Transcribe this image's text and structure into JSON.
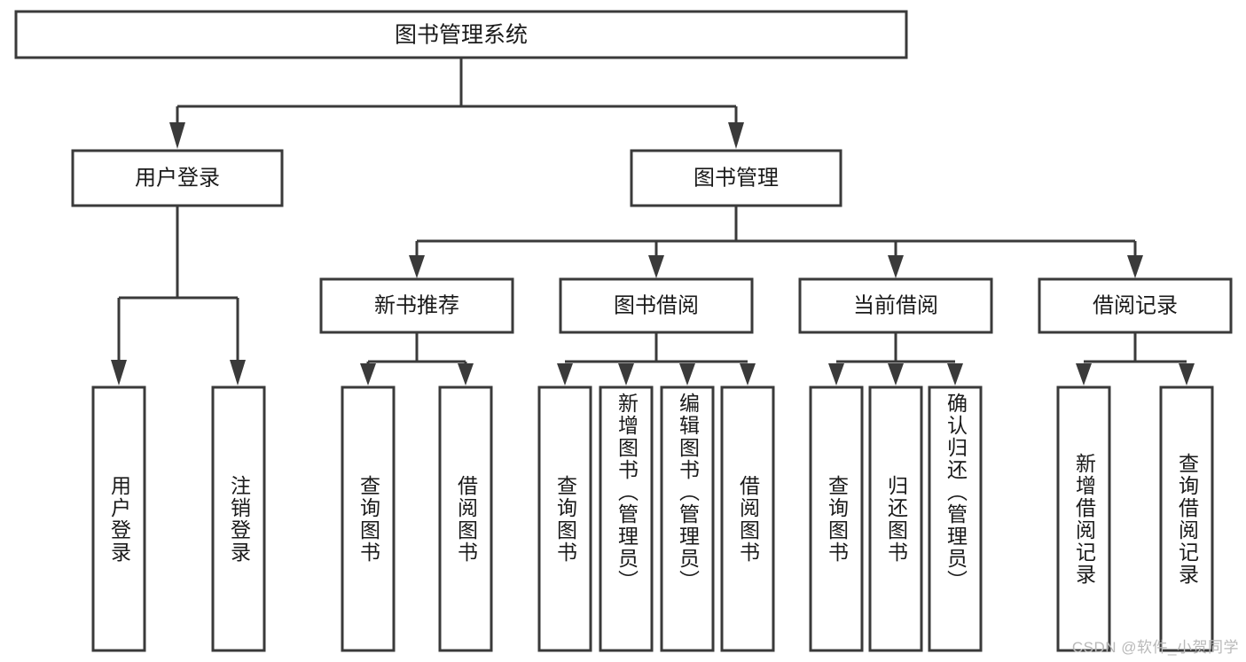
{
  "diagram": {
    "title": "图书管理系统",
    "type": "tree",
    "root": {
      "id": "root",
      "label": "图书管理系统",
      "orientation": "horizontal"
    },
    "level2": [
      {
        "id": "user-login",
        "label": "用户登录",
        "orientation": "horizontal"
      },
      {
        "id": "book-manage",
        "label": "图书管理",
        "orientation": "horizontal"
      }
    ],
    "level3": [
      {
        "id": "new-book-rec",
        "label": "新书推荐",
        "orientation": "horizontal",
        "parent": "book-manage"
      },
      {
        "id": "book-borrow",
        "label": "图书借阅",
        "orientation": "horizontal",
        "parent": "book-manage"
      },
      {
        "id": "current-borrow",
        "label": "当前借阅",
        "orientation": "horizontal",
        "parent": "book-manage"
      },
      {
        "id": "borrow-record",
        "label": "借阅记录",
        "orientation": "horizontal",
        "parent": "book-manage"
      }
    ],
    "leaves": [
      {
        "id": "leaf-user-login",
        "label": "用户登录",
        "parent": "user-login",
        "orientation": "vertical"
      },
      {
        "id": "leaf-user-logout",
        "label": "注销登录",
        "parent": "user-login",
        "orientation": "vertical"
      },
      {
        "id": "leaf-query-book-1",
        "label": "查询图书",
        "parent": "new-book-rec",
        "orientation": "vertical"
      },
      {
        "id": "leaf-borrow-book-1",
        "label": "借阅图书",
        "parent": "new-book-rec",
        "orientation": "vertical"
      },
      {
        "id": "leaf-query-book-2",
        "label": "查询图书",
        "parent": "book-borrow",
        "orientation": "vertical"
      },
      {
        "id": "leaf-add-book",
        "label": "新增图书（管理员）",
        "parent": "book-borrow",
        "orientation": "vertical"
      },
      {
        "id": "leaf-edit-book",
        "label": "编辑图书（管理员）",
        "parent": "book-borrow",
        "orientation": "vertical"
      },
      {
        "id": "leaf-borrow-book-2",
        "label": "借阅图书",
        "parent": "book-borrow",
        "orientation": "vertical"
      },
      {
        "id": "leaf-query-book-3",
        "label": "查询图书",
        "parent": "current-borrow",
        "orientation": "vertical"
      },
      {
        "id": "leaf-return-book",
        "label": "归还图书",
        "parent": "current-borrow",
        "orientation": "vertical"
      },
      {
        "id": "leaf-confirm-return",
        "label": "确认归还（管理员）",
        "parent": "current-borrow",
        "orientation": "vertical"
      },
      {
        "id": "leaf-add-record",
        "label": "新增借阅记录",
        "parent": "borrow-record",
        "orientation": "vertical"
      },
      {
        "id": "leaf-query-record",
        "label": "查询借阅记录",
        "parent": "borrow-record",
        "orientation": "vertical"
      }
    ],
    "colors": {
      "stroke": "#3a3a3a",
      "fill": "#ffffff",
      "text": "#1a1a1a",
      "background": "#ffffff",
      "watermark": "#b9b9b9"
    }
  },
  "watermark": {
    "text": "CSDN @软件_小贺同学"
  }
}
